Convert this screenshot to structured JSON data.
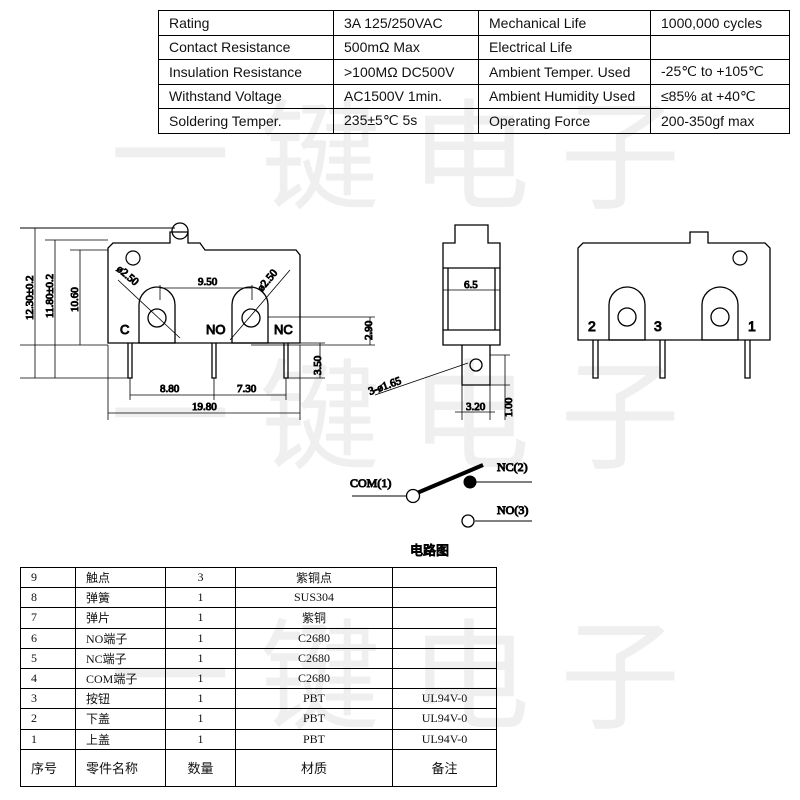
{
  "watermark": "一键电子",
  "spec_table": [
    [
      "Rating",
      "3A  125/250VAC",
      "Mechanical Life",
      "1000,000 cycles"
    ],
    [
      "Contact Resistance",
      "500mΩ  Max",
      "  Electrical Life",
      ""
    ],
    [
      "Insulation Resistance",
      ">100MΩ DC500V",
      "Ambient Temper. Used",
      "-25℃ to +105℃"
    ],
    [
      "Withstand Voltage",
      "AC1500V  1min.",
      "Ambient Humidity Used",
      "≤85% at +40℃"
    ],
    [
      "Soldering Temper.",
      "235±5℃ 5s",
      "Operating Force",
      "200-350gf max"
    ]
  ],
  "drawing": {
    "front": {
      "dim_h1": "12.30±0.2",
      "dim_h2": "11.80±0.2",
      "dim_h3": "10.60",
      "hole_left": "ø2.50",
      "hole_right": "ø2.50",
      "hole_spacing": "9.50",
      "pin_c": "C",
      "pin_no": "NO",
      "pin_nc": "NC",
      "dim_290": "2.90",
      "dim_350": "3.50",
      "dim_880": "8.80",
      "dim_730": "7.30",
      "dim_1980": "19.80"
    },
    "side": {
      "width": "6.5",
      "holes": "3-ø1.65",
      "dim_320": "3.20",
      "dim_100": "1.00"
    },
    "back": {
      "pin2": "2",
      "pin3": "3",
      "pin1": "1"
    },
    "circuit": {
      "com": "COM(1)",
      "nc": "NC(2)",
      "no": "NO(3)",
      "caption": "电路图"
    }
  },
  "parts_table": {
    "rows": [
      [
        "9",
        "触点",
        "3",
        "紫铜点",
        ""
      ],
      [
        "8",
        "弹簧",
        "1",
        "SUS304",
        ""
      ],
      [
        "7",
        "弹片",
        "1",
        "紫铜",
        ""
      ],
      [
        "6",
        "NO端子",
        "1",
        "C2680",
        ""
      ],
      [
        "5",
        "NC端子",
        "1",
        "C2680",
        ""
      ],
      [
        "4",
        "COM端子",
        "1",
        "C2680",
        ""
      ],
      [
        "3",
        "按钮",
        "1",
        "PBT",
        "UL94V-0"
      ],
      [
        "2",
        "下盖",
        "1",
        "PBT",
        "UL94V-0"
      ],
      [
        "1",
        "上盖",
        "1",
        "PBT",
        "UL94V-0"
      ]
    ],
    "header": [
      "序号",
      "零件名称",
      "数量",
      "材质",
      "备注"
    ]
  }
}
